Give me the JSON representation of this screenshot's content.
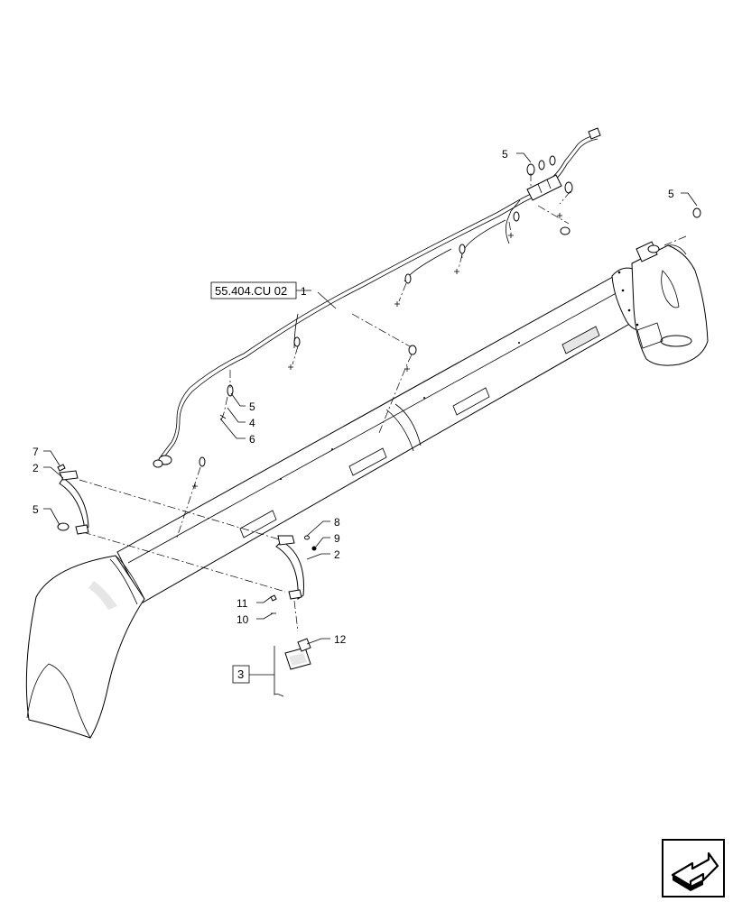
{
  "callouts": [
    {
      "id": "c-5-top",
      "text": "5"
    },
    {
      "id": "c-5-right",
      "text": "5"
    },
    {
      "id": "c-ref-box",
      "text": "55.404.CU 02"
    },
    {
      "id": "c-1",
      "text": "1"
    },
    {
      "id": "c-5-mid",
      "text": "5"
    },
    {
      "id": "c-4",
      "text": "4"
    },
    {
      "id": "c-6",
      "text": "6"
    },
    {
      "id": "c-7",
      "text": "7"
    },
    {
      "id": "c-2-left",
      "text": "2"
    },
    {
      "id": "c-5-left",
      "text": "5"
    },
    {
      "id": "c-8",
      "text": "8"
    },
    {
      "id": "c-9",
      "text": "9"
    },
    {
      "id": "c-2-right",
      "text": "2"
    },
    {
      "id": "c-11",
      "text": "11"
    },
    {
      "id": "c-10",
      "text": "10"
    },
    {
      "id": "c-12",
      "text": "12"
    },
    {
      "id": "c-3",
      "text": "3"
    }
  ],
  "icons": {
    "navigation": "next-page-arrow-icon"
  }
}
